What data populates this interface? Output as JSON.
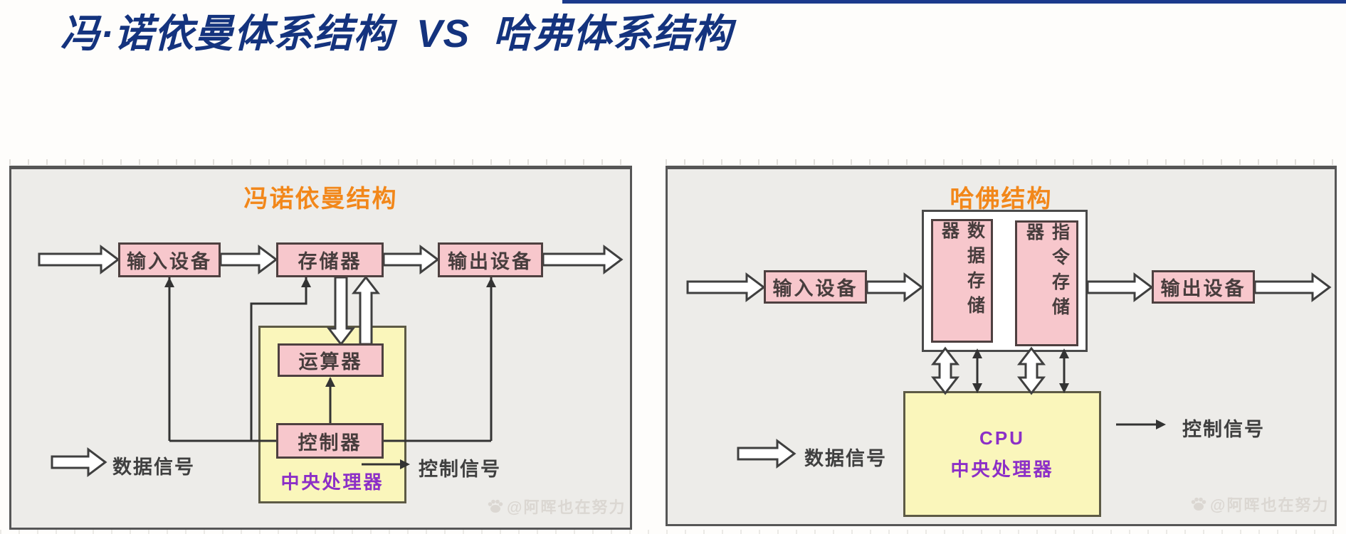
{
  "page": {
    "title": "冯·诺依曼体系结构  VS  哈弗体系结构"
  },
  "left": {
    "title": "冯诺依曼结构",
    "boxes": {
      "input": "输入设备",
      "memory": "存储器",
      "output": "输出设备",
      "alu": "运算器",
      "cu": "控制器",
      "cpu_label": "中央处理器"
    },
    "legend": {
      "data": "数据信号",
      "control": "控制信号"
    },
    "watermark": "@阿晖也在努力"
  },
  "right": {
    "title": "哈佛结构",
    "boxes": {
      "input": "输入设备",
      "data_memory": "数据存储器",
      "instruction_memory": "指令存储器",
      "output": "输出设备",
      "cpu_line1": "CPU",
      "cpu_line2": "中央处理器"
    },
    "legend": {
      "data": "数据信号",
      "control": "控制信号"
    },
    "watermark": "@阿晖也在努力"
  },
  "colors": {
    "title_navy": "#14337e",
    "accent_orange": "#f2871a",
    "cpu_purple": "#8c2fc7",
    "box_pink": "#f7c7cc",
    "cpu_yellow": "#faf6bb",
    "panel_bg": "#edece9",
    "line": "#333333"
  }
}
